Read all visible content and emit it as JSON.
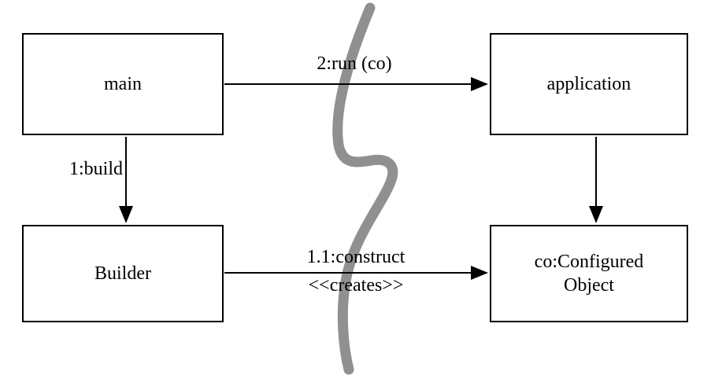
{
  "diagram": {
    "title": "builder-collaboration-diagram",
    "nodes": {
      "main": {
        "label": "main"
      },
      "application": {
        "label": "application"
      },
      "builder": {
        "label": "Builder"
      },
      "configured_object": {
        "label": "co:Configured Object"
      }
    },
    "edges": {
      "run": {
        "label": "2:run (co)"
      },
      "build": {
        "label": "1:build"
      },
      "construct": {
        "label": "1.1:construct",
        "stereotype": "<<creates>>"
      }
    },
    "colors": {
      "line": "#000000",
      "squiggle": "#909090",
      "background": "#ffffff"
    }
  }
}
